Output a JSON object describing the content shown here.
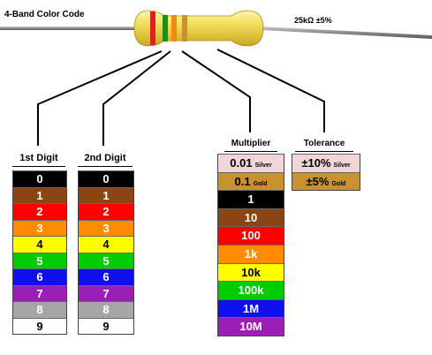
{
  "title": "4-Band Color Code",
  "resistor_value": "25kΩ  ±5%",
  "headers": {
    "first_digit": "1st Digit",
    "second_digit": "2nd Digit",
    "multiplier": "Multiplier",
    "tolerance": "Tolerance"
  },
  "digits": [
    {
      "label": "0",
      "bg": "#000000",
      "fg": "#ffffff"
    },
    {
      "label": "1",
      "bg": "#8b4513",
      "fg": "#ffffff"
    },
    {
      "label": "2",
      "bg": "#ff0000",
      "fg": "#ffffff"
    },
    {
      "label": "3",
      "bg": "#ff8c00",
      "fg": "#ffffff"
    },
    {
      "label": "4",
      "bg": "#ffff00",
      "fg": "#000000"
    },
    {
      "label": "5",
      "bg": "#00cc00",
      "fg": "#ffffff"
    },
    {
      "label": "6",
      "bg": "#1010ee",
      "fg": "#ffffff"
    },
    {
      "label": "7",
      "bg": "#9b1fb5",
      "fg": "#ffffff"
    },
    {
      "label": "8",
      "bg": "#a6a6a6",
      "fg": "#ffffff"
    },
    {
      "label": "9",
      "bg": "#ffffff",
      "fg": "#000000"
    }
  ],
  "multipliers": [
    {
      "label": "0.01",
      "sub": "Silver",
      "bg": "#f0d6d6",
      "fg": "#000000"
    },
    {
      "label": "0.1",
      "sub": "Gold",
      "bg": "#c8922e",
      "fg": "#000000"
    },
    {
      "label": "1",
      "bg": "#000000",
      "fg": "#ffffff"
    },
    {
      "label": "10",
      "bg": "#8b4513",
      "fg": "#ffffff"
    },
    {
      "label": "100",
      "bg": "#ff0000",
      "fg": "#ffffff"
    },
    {
      "label": "1k",
      "bg": "#ff8c00",
      "fg": "#ffffff"
    },
    {
      "label": "10k",
      "bg": "#ffff00",
      "fg": "#000000"
    },
    {
      "label": "100k",
      "bg": "#00cc00",
      "fg": "#ffffff"
    },
    {
      "label": "1M",
      "bg": "#1010ee",
      "fg": "#ffffff"
    },
    {
      "label": "10M",
      "bg": "#9b1fb5",
      "fg": "#ffffff"
    }
  ],
  "tolerances": [
    {
      "label": "±10%",
      "sub": "Silver",
      "bg": "#f0d6d6",
      "fg": "#000000"
    },
    {
      "label": "±5%",
      "sub": "Gold",
      "bg": "#c8922e",
      "fg": "#000000"
    }
  ],
  "resistor": {
    "body_color": "#f2d94e",
    "bands": [
      "#e02020",
      "#1a8f1a",
      "#f08a10",
      "#c8922e"
    ],
    "lead_color": "#8a8a8a"
  }
}
